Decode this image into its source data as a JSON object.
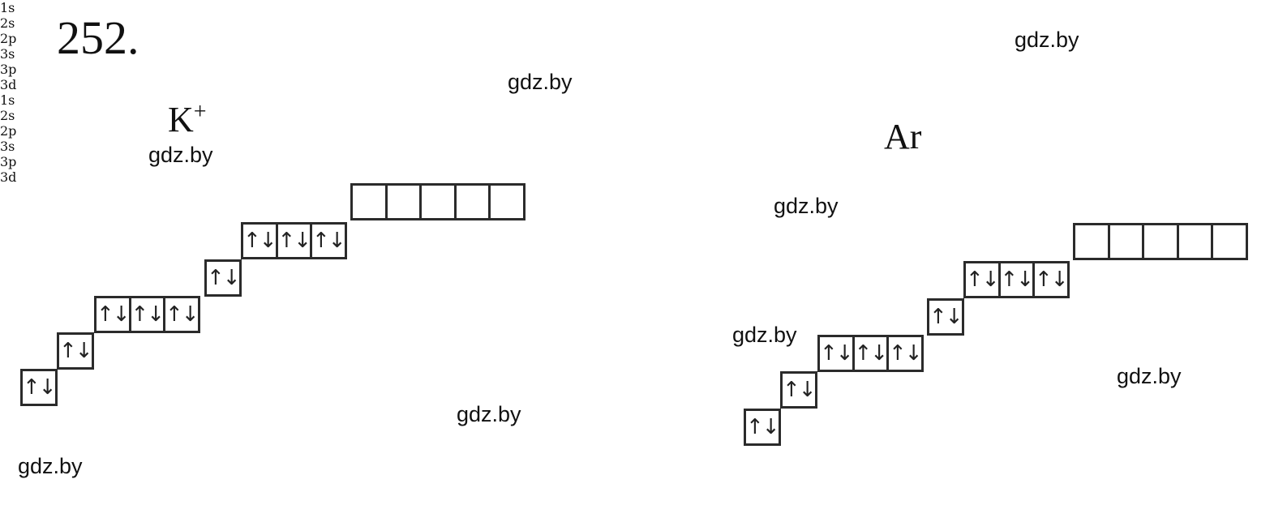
{
  "problem_number": "252.",
  "watermark": "gdz.by",
  "diagrams": [
    {
      "species_symbol": "K",
      "species_charge": "+",
      "sublevels": [
        {
          "label": "1s",
          "orbitals": [
            "↑↓"
          ]
        },
        {
          "label": "2s",
          "orbitals": [
            "↑↓"
          ]
        },
        {
          "label": "2p",
          "orbitals": [
            "↑↓",
            "↑↓",
            "↑↓"
          ]
        },
        {
          "label": "3s",
          "orbitals": [
            "↑↓"
          ]
        },
        {
          "label": "3p",
          "orbitals": [
            "↑↓",
            "↑↓",
            "↑↓"
          ]
        },
        {
          "label": "3d",
          "orbitals": [
            "",
            "",
            "",
            "",
            ""
          ]
        }
      ]
    },
    {
      "species_symbol": "Ar",
      "species_charge": "",
      "sublevels": [
        {
          "label": "1s",
          "orbitals": [
            "↑↓"
          ]
        },
        {
          "label": "2s",
          "orbitals": [
            "↑↓"
          ]
        },
        {
          "label": "2p",
          "orbitals": [
            "↑↓",
            "↑↓",
            "↑↓"
          ]
        },
        {
          "label": "3s",
          "orbitals": [
            "↑↓"
          ]
        },
        {
          "label": "3p",
          "orbitals": [
            "↑↓",
            "↑↓",
            "↑↓"
          ]
        },
        {
          "label": "3d",
          "orbitals": [
            "",
            "",
            "",
            "",
            ""
          ]
        }
      ]
    }
  ]
}
